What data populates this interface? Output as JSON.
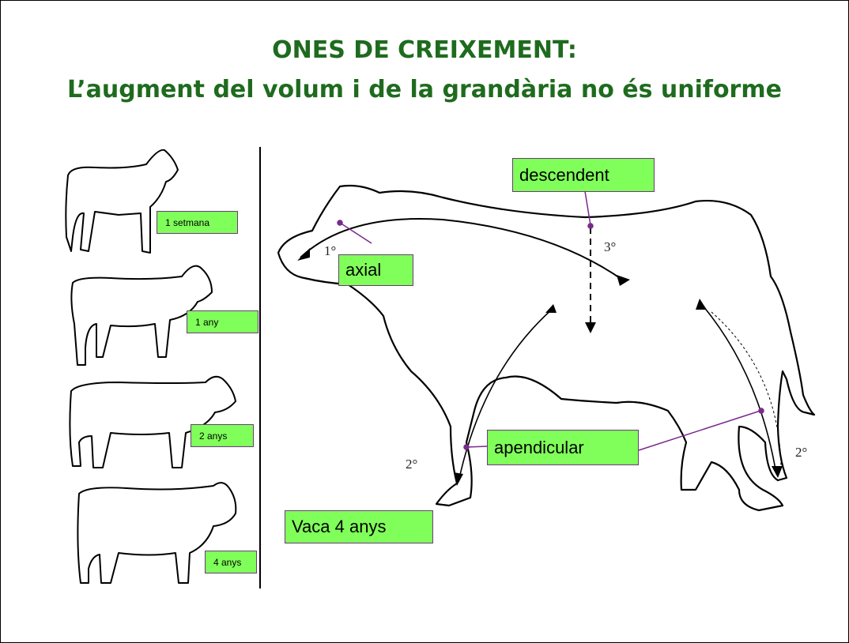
{
  "title": {
    "line1": "ONES DE CREIXEMENT:",
    "line2": "L’augment del volum i de la grandària no és uniforme"
  },
  "ages": [
    "1 setmana",
    "1 any",
    "2 anys",
    "4 anys"
  ],
  "labels": {
    "descendent": "descendent",
    "axial": "axial",
    "apendicular": "apendicular",
    "vaca": "Vaca 4 anys"
  },
  "wave_marks": {
    "first": "1°",
    "third": "3°",
    "second_left": "2°",
    "second_right": "2°"
  },
  "colors": {
    "title": "#1e6b1e",
    "label_bg": "#80ff5a",
    "pointer": "#7a2a8a"
  }
}
